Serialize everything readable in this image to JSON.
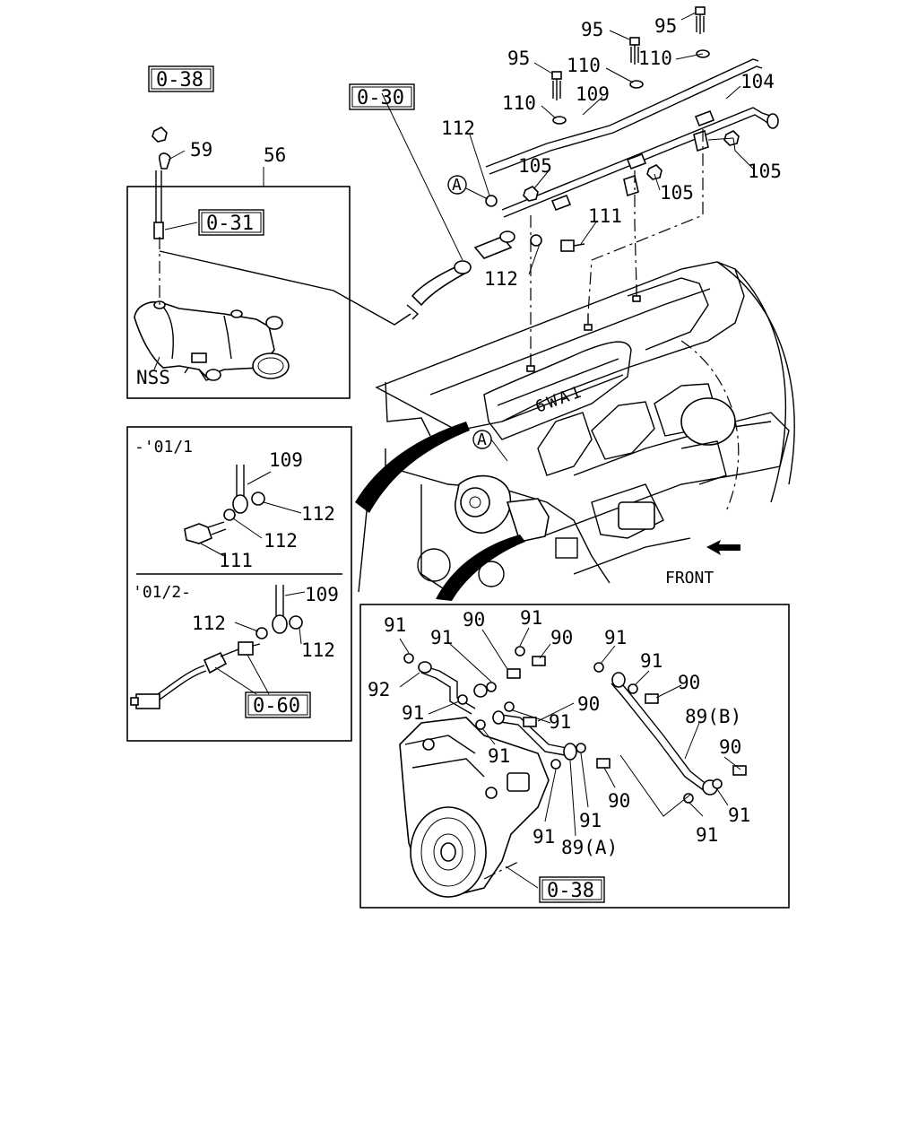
{
  "labels": {
    "l95a": "95",
    "l95b": "95",
    "l95c": "95",
    "l110a": "110",
    "l110b": "110",
    "l110c": "110",
    "l109": "109",
    "l104": "104",
    "l112": "112",
    "l105a": "105",
    "l105b": "105",
    "l105c": "105",
    "l111": "111",
    "l112b": "112",
    "l59": "59",
    "l56": "56",
    "nss": "NSS",
    "circleA1": "A",
    "circleA2": "A",
    "p2_period": "-'01/1",
    "p2_109": "109",
    "p2_112a": "112",
    "p2_112b": "112",
    "p2_111": "111",
    "p3_period": "'01/2-",
    "p3_109": "109",
    "p3_112a": "112",
    "p3_112b": "112",
    "front": "FRONT",
    "p4_91a": "91",
    "p4_90a": "90",
    "p4_91b": "91",
    "p4_91c": "91",
    "p4_90b": "90",
    "p4_91d": "91",
    "p4_91e": "91",
    "p4_90c": "90",
    "p4_92": "92",
    "p4_91f": "91",
    "p4_90d": "90",
    "p4_91g": "91",
    "p4_89b": "89(B)",
    "p4_91h": "91",
    "p4_90e": "90",
    "p4_90f": "90",
    "p4_91i": "91",
    "p4_91j": "91",
    "p4_91k": "91",
    "p4_89a": "89(A)",
    "p4_91l": "91"
  },
  "refs": {
    "r038a": "0-38",
    "r030": "0-30",
    "r031": "0-31",
    "r060": "0-60",
    "r038b": "0-38"
  },
  "engine_badge": "6WA1"
}
